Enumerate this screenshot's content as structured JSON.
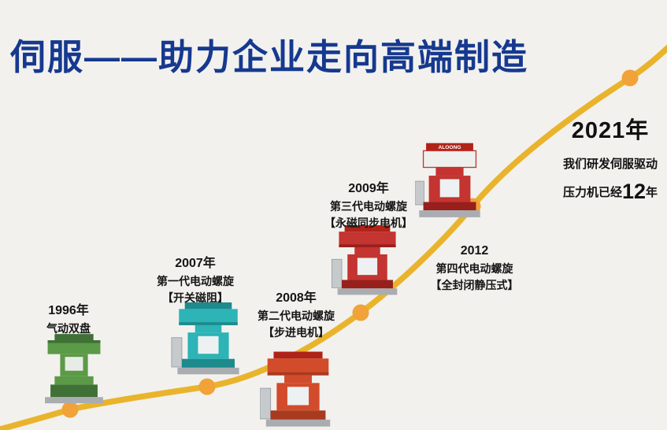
{
  "canvas": {
    "background": "#f2f1ee"
  },
  "title": {
    "text": "伺服——助力企业走向高端制造",
    "color": "#16398f"
  },
  "curve": {
    "color": "#e9b42c",
    "dot_color": "#f1a238"
  },
  "milestones": [
    {
      "year": "1996年",
      "line1": "气动双盘"
    },
    {
      "year": "2007年",
      "line1": "第一代电动螺旋",
      "line2": "【开关磁阻】"
    },
    {
      "year": "2008年",
      "line1": "第二代电动螺旋",
      "line2": "【步进电机】"
    },
    {
      "year": "2009年",
      "line1": "第三代电动螺旋",
      "line2": "【永磁同步电机】"
    },
    {
      "year": "2012",
      "line1": "第四代电动螺旋",
      "line2": "【全封闭静压式】"
    }
  ],
  "finale": {
    "year": "2021年",
    "line1": "我们研发伺服驱动",
    "line2_prefix": "压力机已经",
    "line2_number": "12",
    "line2_suffix": "年"
  },
  "machines": [
    {
      "name": "1996-pneumatic-double-disc-press",
      "color": "#5b9a47",
      "dark": "#3f7136",
      "banner": "#3f7136"
    },
    {
      "name": "2007-gen1-electric-screw-press",
      "color": "#2cb4b6",
      "dark": "#1d8a8c",
      "banner": "#1d8a8c"
    },
    {
      "name": "2008-gen2-electric-screw-press",
      "color": "#d24b2a",
      "dark": "#a83a1e",
      "banner": "#b02318"
    },
    {
      "name": "2009-gen3-electric-screw-press",
      "color": "#c43430",
      "dark": "#97201d",
      "banner": "#b02318"
    },
    {
      "name": "2012-gen4-electric-screw-press",
      "color": "#c43430",
      "dark": "#97201d",
      "banner": "#b02318",
      "brand": "ALOONG"
    }
  ]
}
